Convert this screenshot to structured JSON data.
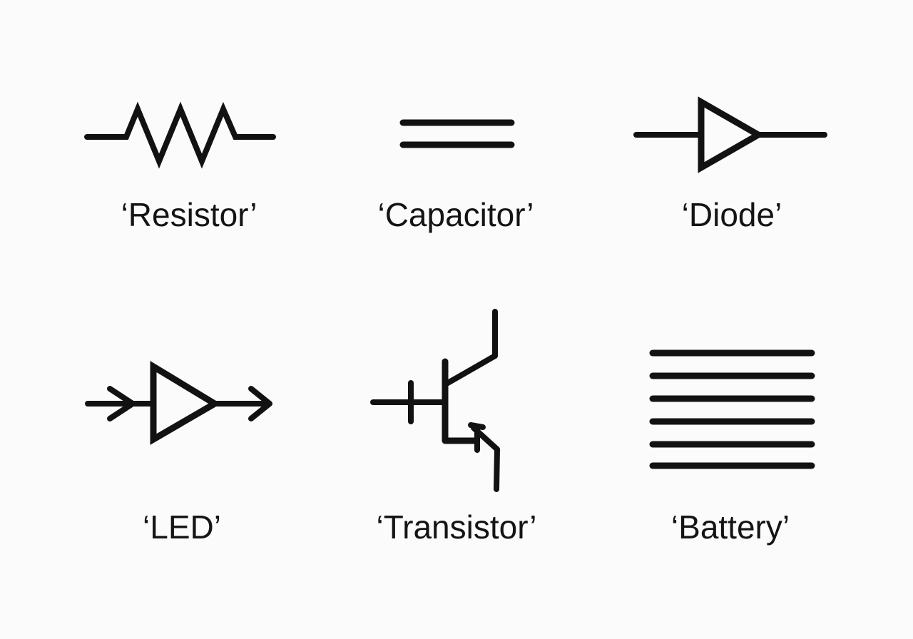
{
  "page": {
    "background_color": "#fbfbfb",
    "ink_color": "#121212",
    "layout": "3x2 grid of circuit symbols with labels"
  },
  "symbols": [
    {
      "id": "resistor",
      "icon": "resistor-icon",
      "label": "‘Resistor’"
    },
    {
      "id": "capacitor",
      "icon": "capacitor-icon",
      "label": "‘Capacitor’"
    },
    {
      "id": "diode",
      "icon": "diode-icon",
      "label": "‘Diode’"
    },
    {
      "id": "led",
      "icon": "led-icon",
      "label": "‘LED’"
    },
    {
      "id": "transistor",
      "icon": "transistor-icon",
      "label": "‘Transistor’"
    },
    {
      "id": "battery",
      "icon": "battery-icon",
      "label": "‘Battery’"
    }
  ]
}
